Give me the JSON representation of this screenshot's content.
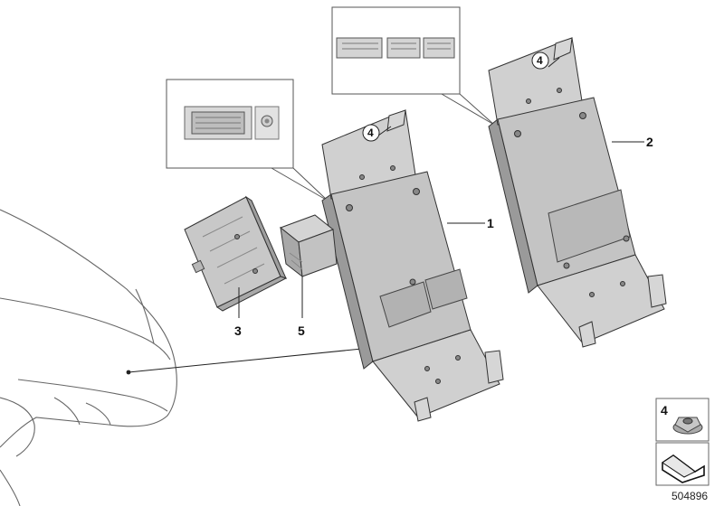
{
  "callouts": {
    "part1": "1",
    "part2": "2",
    "part3": "3",
    "part4_a": "4",
    "part4_b": "4",
    "part5": "5"
  },
  "legend": {
    "nut_number": "4"
  },
  "document_number": "504896",
  "colors": {
    "line": "#222222",
    "part_fill": "#c8c8c8",
    "part_face": "#bdbdbd",
    "part_shadow": "#9a9a9a"
  },
  "icons": [
    "nut-icon",
    "folded-arrow-icon",
    "car-silhouette"
  ]
}
